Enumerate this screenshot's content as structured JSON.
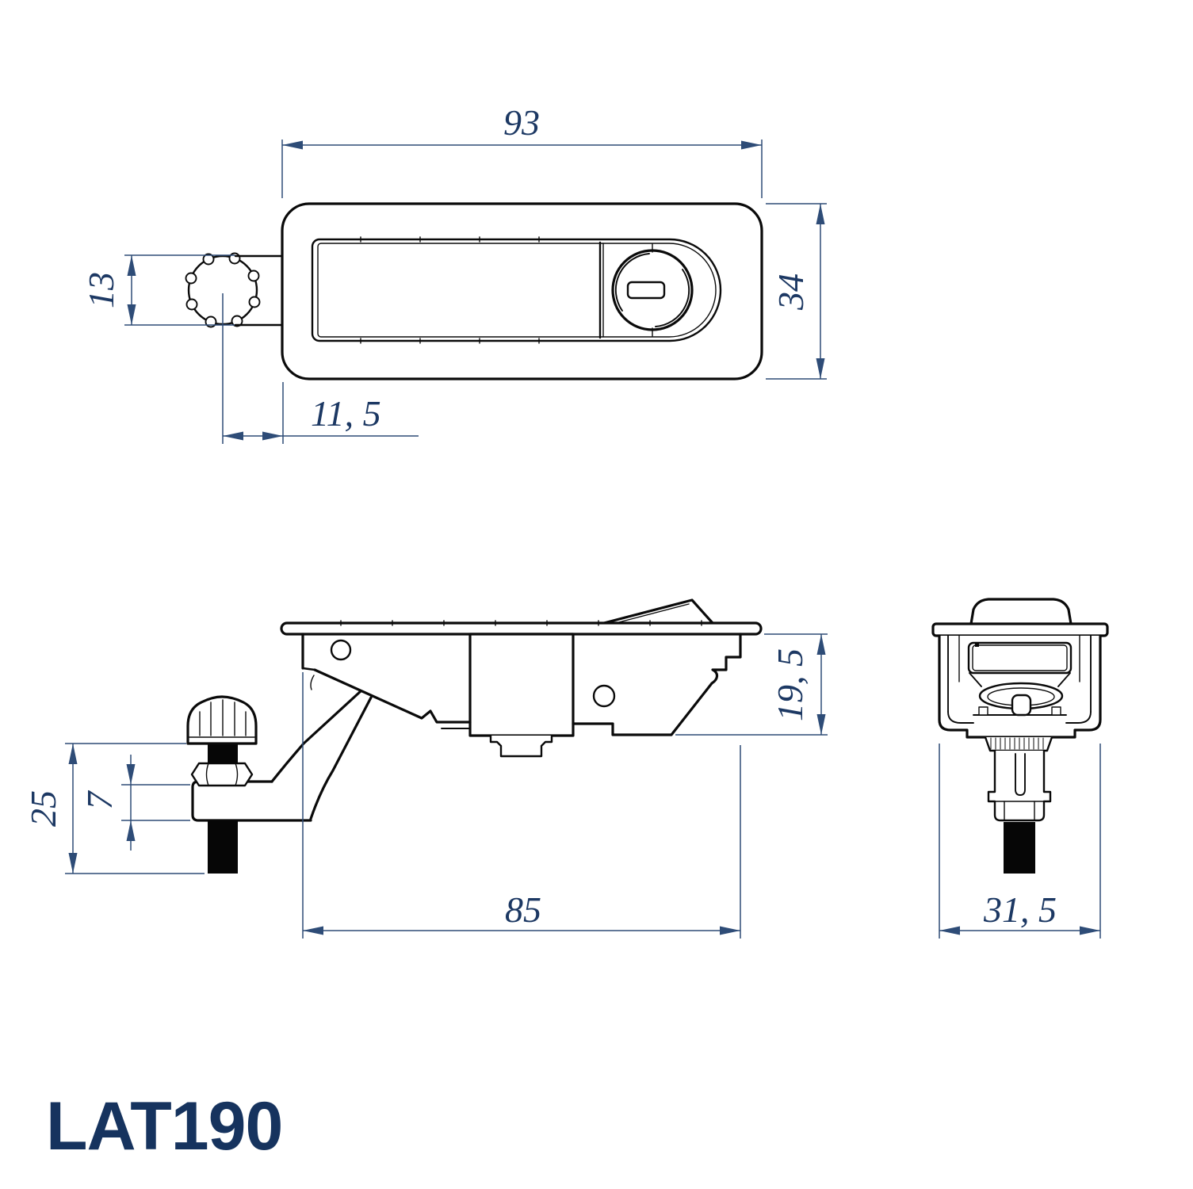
{
  "product": {
    "code": "LAT190"
  },
  "colors": {
    "outline": "#0a0a0a",
    "dimension_line": "#2e4c77",
    "dimension_text": "#1c3863",
    "product_code_text": "#16335e",
    "background": "#ffffff"
  },
  "views": {
    "front": {
      "title": "front-view-of-latch-face",
      "dimensions": {
        "width": "93",
        "height": "34",
        "knob_diameter": "13",
        "knob_offset": "11, 5"
      }
    },
    "side": {
      "title": "side-view-of-latch",
      "dimensions": {
        "grip_height": "25",
        "arm_thickness": "7",
        "mounting_length": "85",
        "depth": "19, 5"
      }
    },
    "end": {
      "title": "end-view-of-latch",
      "dimensions": {
        "width": "31, 5"
      }
    }
  }
}
